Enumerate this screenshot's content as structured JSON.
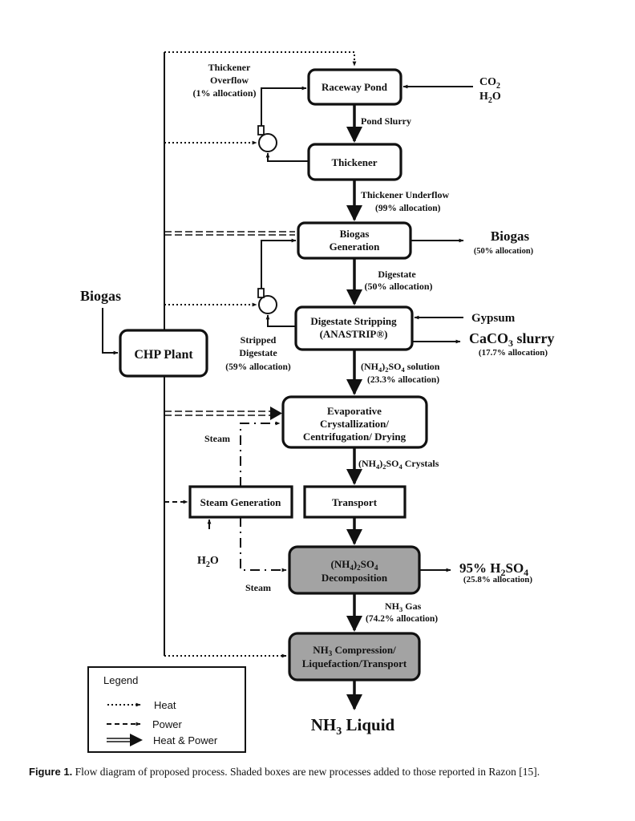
{
  "figure": {
    "caption_label": "Figure 1.",
    "caption_text": " Flow diagram of proposed process. Shaded boxes are new processes added to those reported in Razon [15]."
  },
  "colors": {
    "shaded_box": "#a3a3a3",
    "line": "#111111"
  },
  "nodes": {
    "raceway_pond": "Raceway Pond",
    "thickener": "Thickener",
    "biogas_generation": [
      "Biogas",
      "Generation"
    ],
    "digestate_stripping": [
      "Digestate Stripping",
      "(ANASTRIP®)"
    ],
    "evaporative": [
      "Evaporative",
      "Crystallization/",
      "Centrifugation/ Drying"
    ],
    "transport": "Transport",
    "steam_generation": "Steam Generation",
    "decomposition": [
      "(NH4)2SO4",
      "Decomposition"
    ],
    "nh3_compression": [
      "NH3 Compression/",
      "Liquefaction/Transport"
    ],
    "chp_plant": "CHP Plant"
  },
  "shaded_nodes": [
    "decomposition",
    "nh3_compression"
  ],
  "streams": {
    "co2": "CO2",
    "h2o_in": "H2O",
    "thickener_overflow": [
      "Thickener",
      "Overflow",
      "(1% allocation)"
    ],
    "pond_slurry": "Pond Slurry",
    "thickener_underflow": [
      "Thickener Underflow",
      "(99% allocation)"
    ],
    "biogas_out": [
      "Biogas",
      "(50% allocation)"
    ],
    "digestate": [
      "Digestate",
      "(50% allocation)"
    ],
    "biogas_in": "Biogas",
    "gypsum": "Gypsum",
    "caco3": [
      "CaCO3 slurry",
      "(17.7% allocation)"
    ],
    "stripped_digestate": [
      "Stripped",
      "Digestate",
      "(59% allocation)"
    ],
    "nh4so4_solution": [
      "(NH4)2SO4 solution",
      "(23.3% allocation)"
    ],
    "steam_upper": "Steam",
    "nh4so4_crystals": "(NH4)2SO4 Crystals",
    "h2o_steam": "H2O",
    "steam_lower": "Steam",
    "h2so4": [
      "95% H2SO4",
      "(25.8% allocation)"
    ],
    "nh3_gas": [
      "NH3 Gas",
      "(74.2% allocation)"
    ],
    "nh3_liquid": "NH3 Liquid"
  },
  "legend": {
    "title": "Legend",
    "items": [
      {
        "label": "Heat",
        "style": "dotted"
      },
      {
        "label": "Power",
        "style": "dashed"
      },
      {
        "label": "Heat & Power",
        "style": "double"
      }
    ]
  }
}
